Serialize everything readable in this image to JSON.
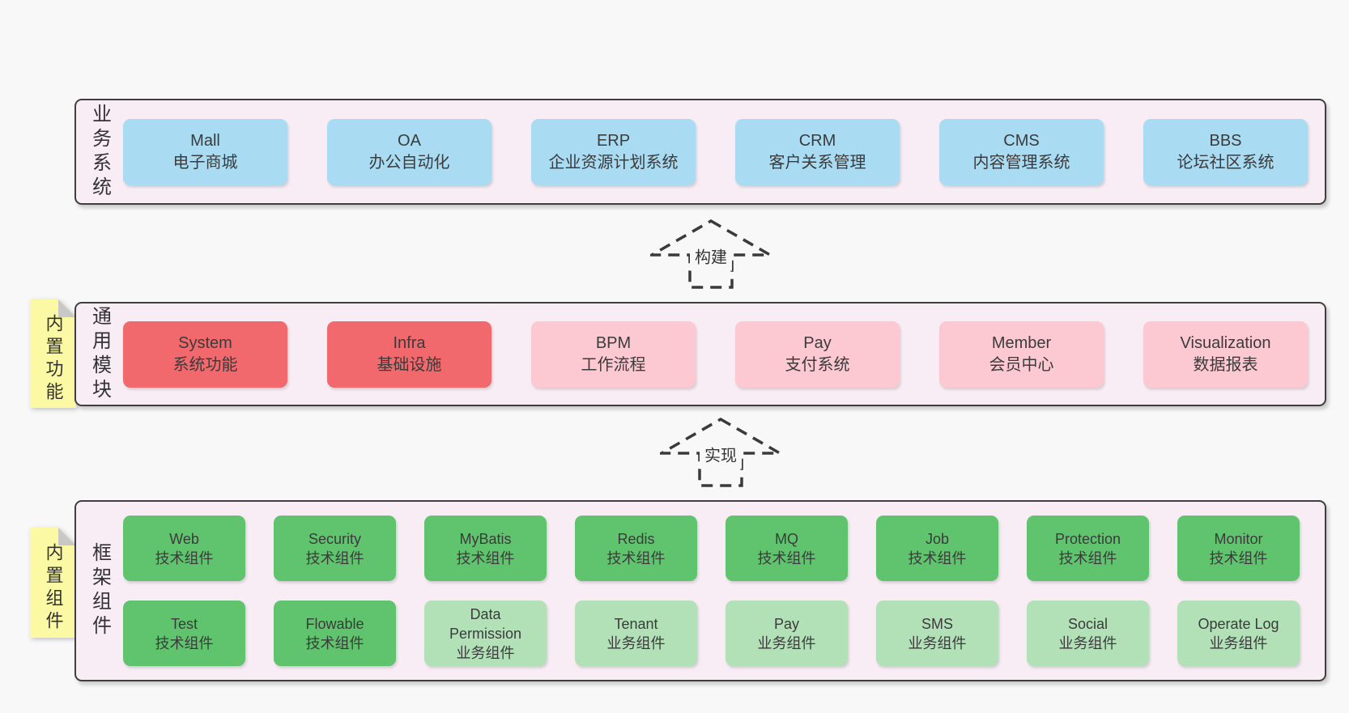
{
  "colors": {
    "page-bg": "#f8f8f8",
    "layer-bg": "#f8edf5",
    "layer-border": "#3f3f3f",
    "blue": "#a9dbf2",
    "red": "#f1696c",
    "pink": "#fcc8d2",
    "green": "#5fc46d",
    "lightgreen": "#b2e1b8",
    "yellow": "#fbf9a3",
    "fold": "#c8c8c8",
    "text": "#3d3d3d",
    "arrow": "#3a3a3a"
  },
  "arrows": [
    {
      "label": "构建"
    },
    {
      "label": "实现"
    }
  ],
  "layers": [
    {
      "label": "业务系统",
      "note": "",
      "rows": [
        [
          {
            "en": "Mall",
            "zh": "电子商城",
            "color": "blue"
          },
          {
            "en": "OA",
            "zh": "办公自动化",
            "color": "blue"
          },
          {
            "en": "ERP",
            "zh": "企业资源计划系统",
            "color": "blue"
          },
          {
            "en": "CRM",
            "zh": "客户关系管理",
            "color": "blue"
          },
          {
            "en": "CMS",
            "zh": "内容管理系统",
            "color": "blue"
          },
          {
            "en": "BBS",
            "zh": "论坛社区系统",
            "color": "blue"
          }
        ]
      ]
    },
    {
      "label": "通用模块",
      "note": "内置功能",
      "rows": [
        [
          {
            "en": "System",
            "zh": "系统功能",
            "color": "red"
          },
          {
            "en": "Infra",
            "zh": "基础设施",
            "color": "red"
          },
          {
            "en": "BPM",
            "zh": "工作流程",
            "color": "pink"
          },
          {
            "en": "Pay",
            "zh": "支付系统",
            "color": "pink"
          },
          {
            "en": "Member",
            "zh": "会员中心",
            "color": "pink"
          },
          {
            "en": "Visualization",
            "zh": "数据报表",
            "color": "pink"
          }
        ]
      ]
    },
    {
      "label": "框架组件",
      "note": "内置组件",
      "rows": [
        [
          {
            "en": "Web",
            "zh": "技术组件",
            "color": "green"
          },
          {
            "en": "Security",
            "zh": "技术组件",
            "color": "green"
          },
          {
            "en": "MyBatis",
            "zh": "技术组件",
            "color": "green"
          },
          {
            "en": "Redis",
            "zh": "技术组件",
            "color": "green"
          },
          {
            "en": "MQ",
            "zh": "技术组件",
            "color": "green"
          },
          {
            "en": "Job",
            "zh": "技术组件",
            "color": "green"
          },
          {
            "en": "Protection",
            "zh": "技术组件",
            "color": "green"
          },
          {
            "en": "Monitor",
            "zh": "技术组件",
            "color": "green"
          }
        ],
        [
          {
            "en": "Test",
            "zh": "技术组件",
            "color": "green"
          },
          {
            "en": "Flowable",
            "zh": "技术组件",
            "color": "green"
          },
          {
            "en": "Data Permission",
            "zh": "业务组件",
            "color": "lightgreen"
          },
          {
            "en": "Tenant",
            "zh": "业务组件",
            "color": "lightgreen"
          },
          {
            "en": "Pay",
            "zh": "业务组件",
            "color": "lightgreen"
          },
          {
            "en": "SMS",
            "zh": "业务组件",
            "color": "lightgreen"
          },
          {
            "en": "Social",
            "zh": "业务组件",
            "color": "lightgreen"
          },
          {
            "en": "Operate Log",
            "zh": "业务组件",
            "color": "lightgreen"
          }
        ]
      ]
    }
  ]
}
